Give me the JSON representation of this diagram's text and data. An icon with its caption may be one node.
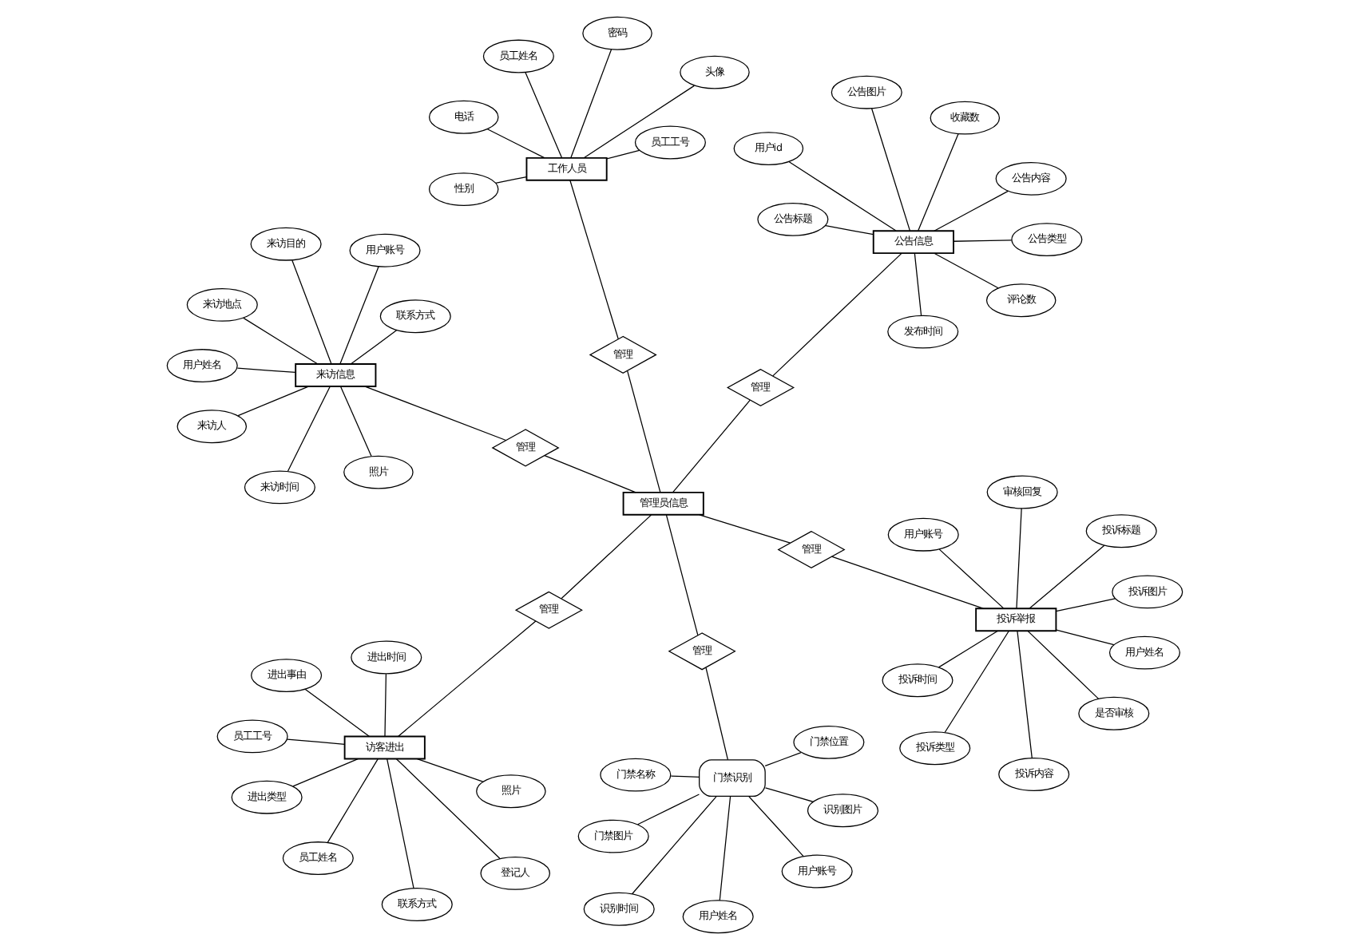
{
  "diagram": {
    "nodes": [
      {
        "text": [
          "门禁识别"
        ]
      },
      {
        "text": [
          "门禁图片"
        ]
      },
      {
        "text": [
          "识别时间"
        ]
      },
      {
        "text": [
          "识别图片"
        ]
      },
      {
        "text": [
          "门禁位置"
        ]
      },
      {
        "text": [
          "用户账号"
        ]
      },
      {
        "text": [
          "用户姓名"
        ]
      },
      {
        "text": [
          "门禁名称"
        ]
      },
      {
        "text": [
          "管理"
        ]
      },
      {
        "text": [
          "工作人员"
        ]
      },
      {
        "text": [
          "员工工号"
        ]
      },
      {
        "text": [
          "密码"
        ]
      },
      {
        "text": [
          "员工姓名"
        ]
      },
      {
        "text": [
          "性别"
        ]
      },
      {
        "text": [
          "头像"
        ]
      },
      {
        "text": [
          "电话"
        ]
      },
      {
        "text": [
          "管理"
        ]
      },
      {
        "text": [
          "访客进出"
        ]
      },
      {
        "text": [
          "联系方式"
        ]
      },
      {
        "text": [
          "照片"
        ]
      },
      {
        "text": [
          "登记人"
        ]
      },
      {
        "text": [
          "进出类型"
        ]
      },
      {
        "text": [
          "进出时间"
        ]
      },
      {
        "text": [
          "进出事由"
        ]
      },
      {
        "text": [
          "员工工号"
        ]
      },
      {
        "text": [
          "员工姓名"
        ]
      },
      {
        "text": [
          "管理"
        ]
      },
      {
        "text": [
          "管理员信息"
        ]
      },
      {
        "text": [
          "投诉举报"
        ]
      },
      {
        "text": [
          "投诉时间"
        ]
      },
      {
        "text": [
          "投诉类型"
        ]
      },
      {
        "text": [
          "投诉内容"
        ]
      },
      {
        "text": [
          "投诉标题"
        ]
      },
      {
        "text": [
          "投诉图片"
        ]
      },
      {
        "text": [
          "用户账号"
        ]
      },
      {
        "text": [
          "用户姓名"
        ]
      },
      {
        "text": [
          "是否审核"
        ]
      },
      {
        "text": [
          "审核回复"
        ]
      },
      {
        "text": [
          "管理"
        ]
      },
      {
        "text": [
          "来访信息"
        ]
      },
      {
        "text": [
          "来访人"
        ]
      },
      {
        "text": [
          "照片"
        ]
      },
      {
        "text": [
          "联系方式"
        ]
      },
      {
        "text": [
          "来访时间"
        ]
      },
      {
        "text": [
          "来访地点"
        ]
      },
      {
        "text": [
          "用户姓名"
        ]
      },
      {
        "text": [
          "用户账号"
        ]
      },
      {
        "text": [
          "来访目的"
        ]
      },
      {
        "text": [
          "管理"
        ]
      },
      {
        "text": [
          "管理"
        ]
      },
      {
        "text": [
          "公告信息"
        ]
      },
      {
        "text": [
          "公告标题"
        ]
      },
      {
        "text": [
          "收藏数"
        ]
      },
      {
        "text": [
          "公告类型"
        ]
      },
      {
        "text": [
          "用户id"
        ]
      },
      {
        "text": [
          "公告内容"
        ]
      },
      {
        "text": [
          "评论数"
        ]
      },
      {
        "text": [
          "发布时间"
        ]
      },
      {
        "text": [
          "公告图片"
        ]
      }
    ],
    "edges": [
      {
        "from": 0,
        "to": 1,
        "arrow": "none"
      },
      {
        "from": 0,
        "to": 2,
        "arrow": "none"
      },
      {
        "from": 0,
        "to": 3,
        "arrow": "none"
      },
      {
        "from": 0,
        "to": 4,
        "arrow": "none"
      },
      {
        "from": 0,
        "to": 5,
        "arrow": "none"
      },
      {
        "from": 0,
        "to": 6,
        "arrow": "none"
      },
      {
        "from": 0,
        "to": 7,
        "arrow": "none"
      },
      {
        "from": 0,
        "to": 8,
        "arrow": "none"
      },
      {
        "from": 8,
        "to": 27,
        "arrow": "none"
      },
      {
        "from": 9,
        "to": 10,
        "arrow": "none"
      },
      {
        "from": 9,
        "to": 11,
        "arrow": "none"
      },
      {
        "from": 9,
        "to": 12,
        "arrow": "none"
      },
      {
        "from": 9,
        "to": 13,
        "arrow": "none"
      },
      {
        "from": 9,
        "to": 14,
        "arrow": "none"
      },
      {
        "from": 9,
        "to": 15,
        "arrow": "none"
      },
      {
        "from": 16,
        "to": 9,
        "arrow": "none"
      },
      {
        "from": 27,
        "to": 16,
        "arrow": "none"
      },
      {
        "from": 17,
        "to": 18,
        "arrow": "none"
      },
      {
        "from": 17,
        "to": 19,
        "arrow": "none"
      },
      {
        "from": 17,
        "to": 20,
        "arrow": "none"
      },
      {
        "from": 17,
        "to": 21,
        "arrow": "none"
      },
      {
        "from": 17,
        "to": 22,
        "arrow": "none"
      },
      {
        "from": 17,
        "to": 23,
        "arrow": "none"
      },
      {
        "from": 17,
        "to": 24,
        "arrow": "none"
      },
      {
        "from": 17,
        "to": 25,
        "arrow": "none"
      },
      {
        "from": 17,
        "to": 26,
        "arrow": "none"
      },
      {
        "from": 26,
        "to": 27,
        "arrow": "none"
      },
      {
        "from": 28,
        "to": 29,
        "arrow": "none"
      },
      {
        "from": 28,
        "to": 30,
        "arrow": "none"
      },
      {
        "from": 28,
        "to": 31,
        "arrow": "none"
      },
      {
        "from": 28,
        "to": 32,
        "arrow": "none"
      },
      {
        "from": 28,
        "to": 33,
        "arrow": "none"
      },
      {
        "from": 28,
        "to": 34,
        "arrow": "none"
      },
      {
        "from": 28,
        "to": 35,
        "arrow": "none"
      },
      {
        "from": 28,
        "to": 36,
        "arrow": "none"
      },
      {
        "from": 28,
        "to": 37,
        "arrow": "none"
      },
      {
        "from": 28,
        "to": 38,
        "arrow": "none"
      },
      {
        "from": 38,
        "to": 27,
        "arrow": "none"
      },
      {
        "from": 39,
        "to": 40,
        "arrow": "none"
      },
      {
        "from": 39,
        "to": 41,
        "arrow": "none"
      },
      {
        "from": 39,
        "to": 42,
        "arrow": "none"
      },
      {
        "from": 39,
        "to": 43,
        "arrow": "none"
      },
      {
        "from": 39,
        "to": 44,
        "arrow": "none"
      },
      {
        "from": 39,
        "to": 45,
        "arrow": "none"
      },
      {
        "from": 39,
        "to": 46,
        "arrow": "none"
      },
      {
        "from": 39,
        "to": 47,
        "arrow": "none"
      },
      {
        "from": 48,
        "to": 39,
        "arrow": "none"
      },
      {
        "from": 27,
        "to": 48,
        "arrow": "none"
      },
      {
        "from": 27,
        "to": 49,
        "arrow": "none"
      },
      {
        "from": 49,
        "to": 50,
        "arrow": "none"
      },
      {
        "from": 50,
        "to": 51,
        "arrow": "none"
      },
      {
        "from": 50,
        "to": 52,
        "arrow": "none"
      },
      {
        "from": 50,
        "to": 53,
        "arrow": "none"
      },
      {
        "from": 50,
        "to": 54,
        "arrow": "none"
      },
      {
        "from": 50,
        "to": 55,
        "arrow": "none"
      },
      {
        "from": 50,
        "to": 56,
        "arrow": "none"
      },
      {
        "from": 50,
        "to": 57,
        "arrow": "none"
      },
      {
        "from": 50,
        "to": 58,
        "arrow": "none"
      }
    ]
  }
}
